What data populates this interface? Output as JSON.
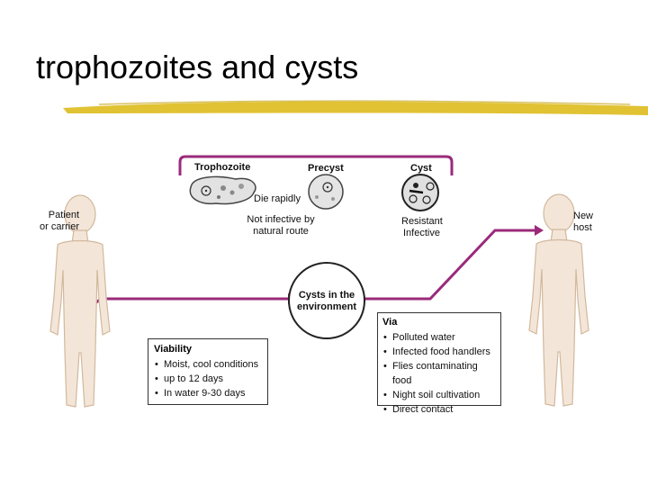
{
  "title": "trophozoites and cysts",
  "colors": {
    "accent": "#9b2a7a",
    "underline": "#e0c233",
    "body": "#f3e6d8",
    "body_stroke": "#d2b89c"
  },
  "stages": {
    "trophozoite": "Trophozoite",
    "precyst": "Precyst",
    "cyst": "Cyst",
    "troph_note": "Die rapidly",
    "precyst_note_1": "Not infective by",
    "precyst_note_2": "natural route",
    "cyst_note_1": "Resistant",
    "cyst_note_2": "Infective"
  },
  "patient_label_1": "Patient",
  "patient_label_2": "or carrier",
  "host_label_1": "New",
  "host_label_2": "host",
  "environment_1": "Cysts in the",
  "environment_2": "environment",
  "viability": {
    "heading": "Viability",
    "items": [
      "Moist, cool conditions",
      "up to 12 days",
      "In water 9-30 days"
    ]
  },
  "via": {
    "heading": "Via",
    "items": [
      "Polluted water",
      "Infected food handlers",
      "Flies contaminating food",
      "Night soil cultivation",
      "Direct contact"
    ]
  }
}
